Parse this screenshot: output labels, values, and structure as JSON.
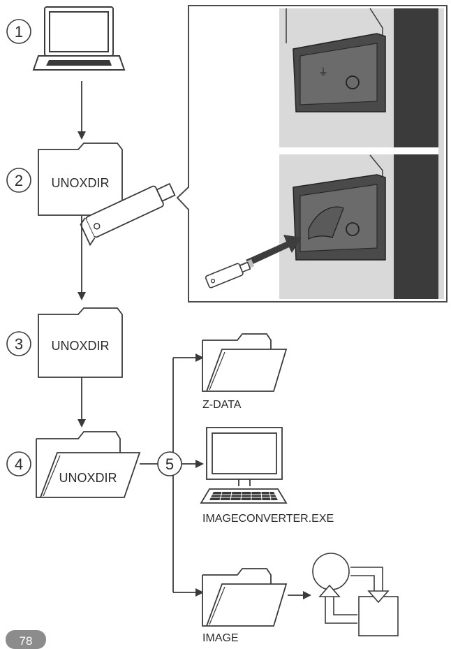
{
  "steps": [
    {
      "number": "1"
    },
    {
      "number": "2",
      "folder_label": "UNOXDIR"
    },
    {
      "number": "3",
      "folder_label": "UNOXDIR"
    },
    {
      "number": "4",
      "folder_label": "UNOXDIR"
    },
    {
      "number": "5"
    }
  ],
  "outputs": {
    "zdata_label": "Z-DATA",
    "converter_label": "IMAGECONVERTER.EXE",
    "image_label": "IMAGE"
  },
  "page_number": "78",
  "icons": [
    "laptop-icon",
    "folder-icon",
    "usb-drive-icon",
    "usb-port-icon",
    "insert-arrow-icon",
    "open-folder-icon",
    "monitor-keyboard-icon",
    "convert-cycle-icon"
  ],
  "colors": {
    "stroke": "#3a3a3a",
    "panel_grey": "#d9d9d9",
    "dark_strip": "#3b3b3b",
    "page_badge": "#8c8c8c"
  }
}
